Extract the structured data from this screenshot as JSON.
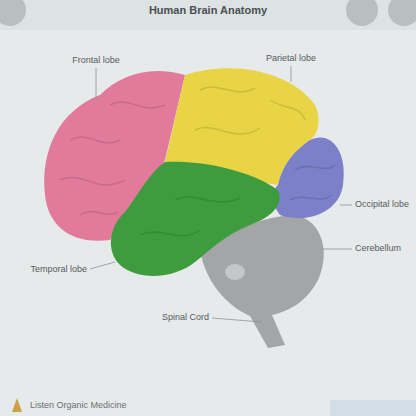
{
  "diagram": {
    "title": "Human Brain Anatomy",
    "labels": [
      "Frontal lobe",
      "Parietal lobe",
      "Occipital lobe",
      "Cerebellum",
      "Temporal lobe",
      "Spinal Cord",
      "Listen Organic Medicine"
    ]
  }
}
